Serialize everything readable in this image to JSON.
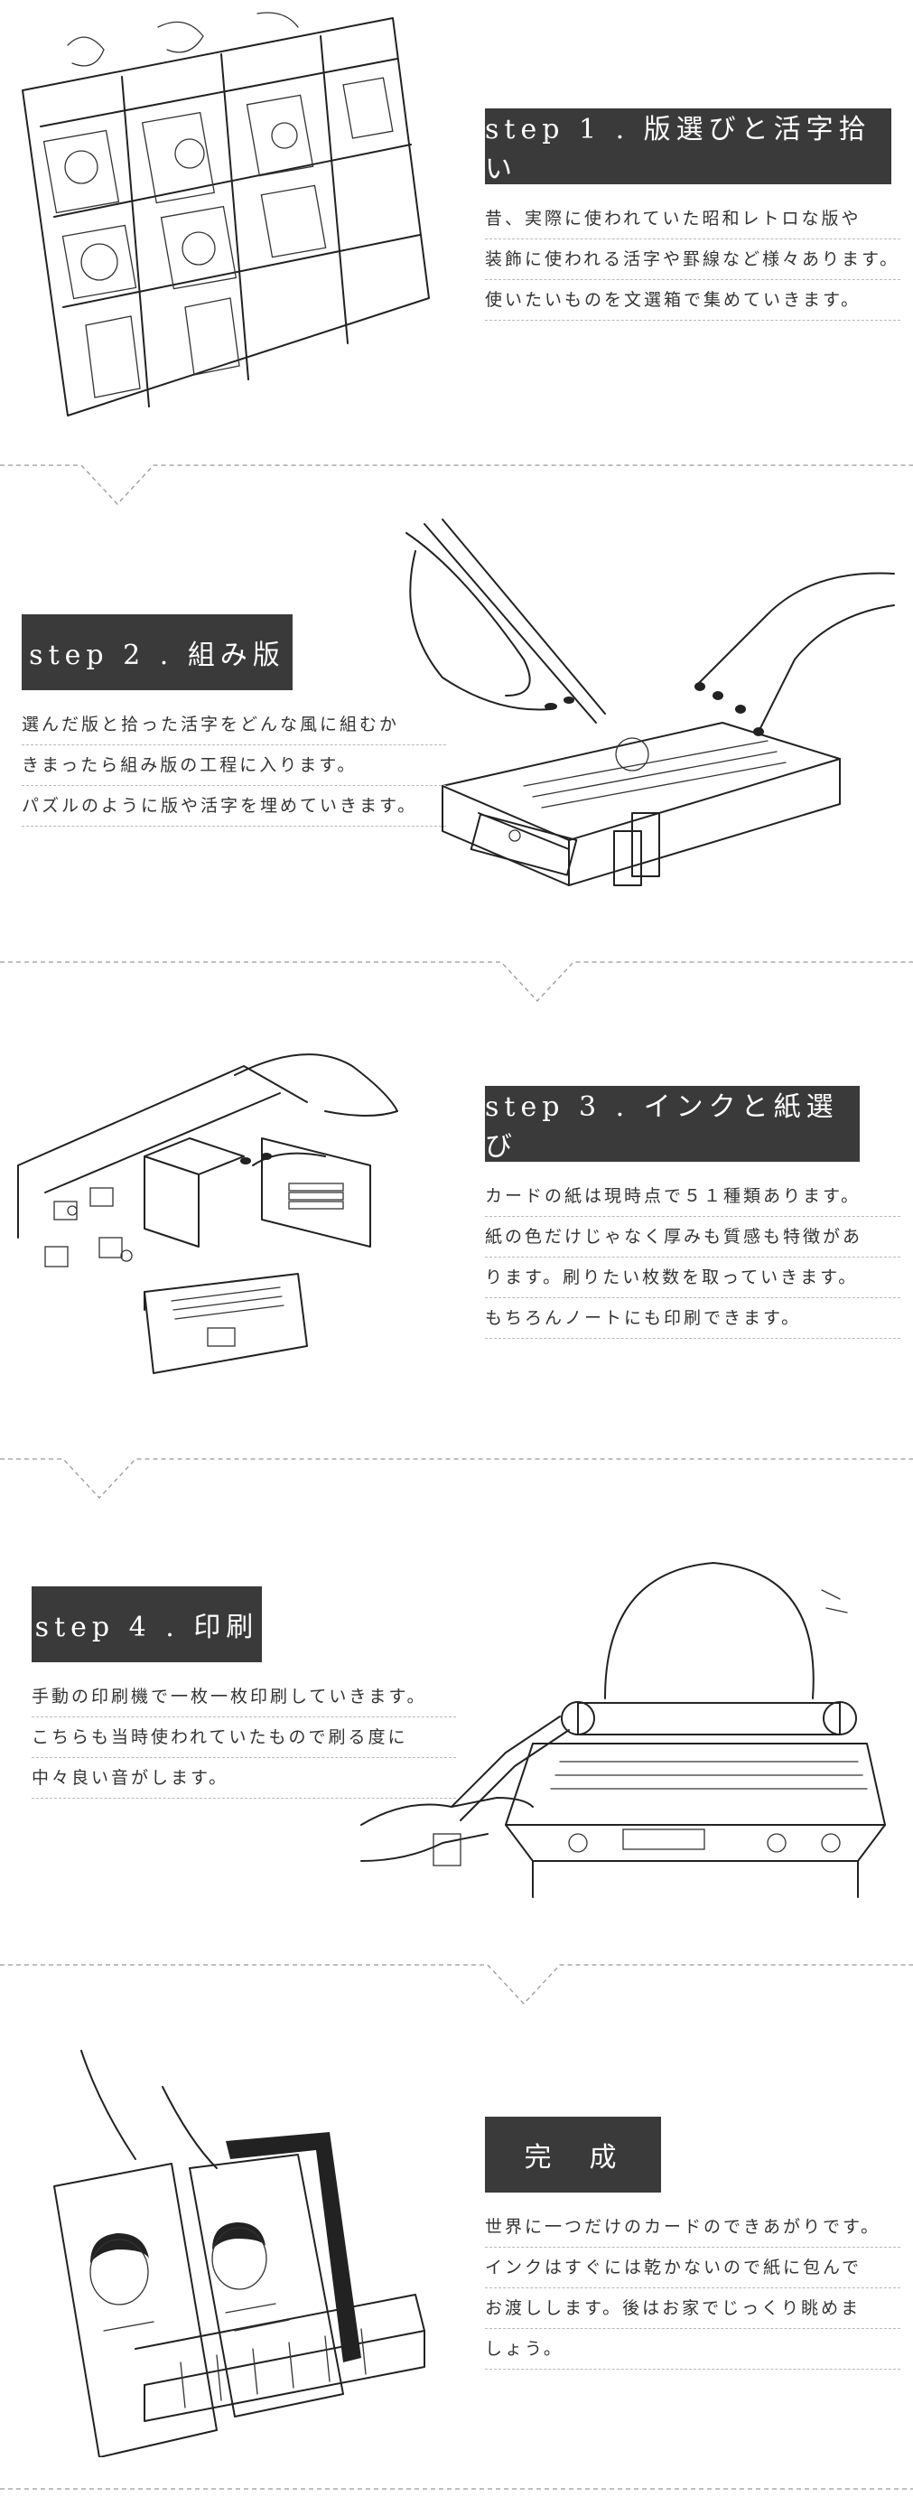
{
  "steps": [
    {
      "label": "step 1 . 版選びと活字拾い",
      "lines": [
        "昔、実際に使われていた昭和レトロな版や",
        "装飾に使われる活字や罫線など様々あります。",
        "使いたいものを文選箱で集めていきます。"
      ]
    },
    {
      "label": "step 2 . 組み版",
      "lines": [
        "選んだ版と拾った活字をどんな風に組むか",
        "きまったら組み版の工程に入ります。",
        "パズルのように版や活字を埋めていきます。"
      ]
    },
    {
      "label": "step 3 . インクと紙選び",
      "lines": [
        "カードの紙は現時点で５１種類あります。",
        "紙の色だけじゃなく厚みも質感も特徴があ",
        "ります。刷りたい枚数を取っていきます。",
        "もちろんノートにも印刷できます。"
      ]
    },
    {
      "label": "step 4 . 印刷",
      "lines": [
        "手動の印刷機で一枚一枚印刷していきます。",
        "こちらも当時使われていたもので刷る度に",
        "中々良い音がします。"
      ]
    },
    {
      "label": "完　成",
      "lines": [
        "世界に一つだけのカードのできあがりです。",
        "インクはすぐには乾かないので紙に包んで",
        "お渡しします。後はお家でじっくり眺めま",
        "しょう。"
      ]
    }
  ]
}
